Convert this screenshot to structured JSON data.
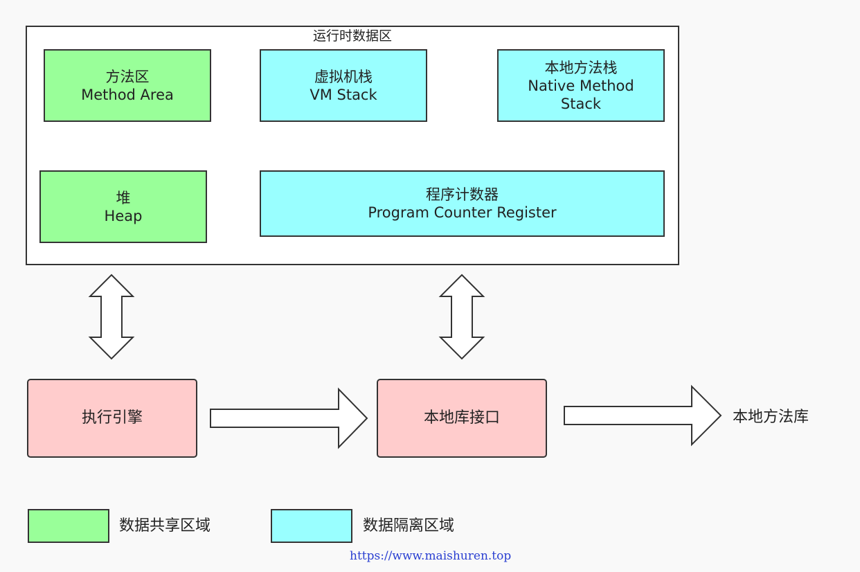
{
  "runtime_area": {
    "title": "运行时数据区"
  },
  "regions": {
    "method_area": {
      "zh": "方法区",
      "en": "Method Area",
      "type": "shared"
    },
    "vm_stack": {
      "zh": "虚拟机栈",
      "en": "VM Stack",
      "type": "isolated"
    },
    "native_stack": {
      "zh": "本地方法栈",
      "en_line1": "Native Method",
      "en_line2": "Stack",
      "type": "isolated"
    },
    "heap": {
      "zh": "堆",
      "en": "Heap",
      "type": "shared"
    },
    "pc_register": {
      "zh": "程序计数器",
      "en": "Program Counter Register",
      "type": "isolated"
    }
  },
  "components": {
    "exec_engine": "执行引擎",
    "native_interface": "本地库接口",
    "native_lib": "本地方法库"
  },
  "legend": {
    "shared": "数据共享区域",
    "isolated": "数据隔离区域"
  },
  "colors": {
    "shared": "#99ff99",
    "isolated": "#99ffff",
    "component": "#ffcccc"
  },
  "footer": {
    "url": "https://www.maishuren.top"
  }
}
